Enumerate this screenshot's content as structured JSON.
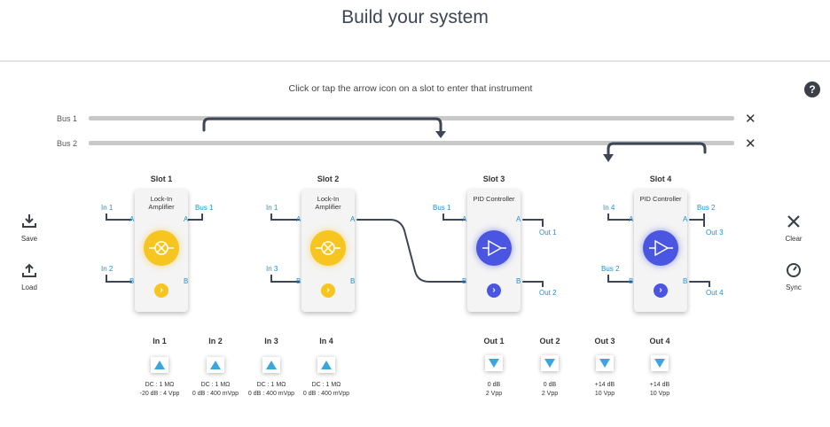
{
  "header": {
    "title": "Build your system"
  },
  "instruction": "Click or tap the arrow icon on a slot to enter that instrument",
  "help_icon": "question-icon",
  "buses": [
    {
      "label": "Bus 1",
      "close": "✕"
    },
    {
      "label": "Bus 2",
      "close": "✕"
    }
  ],
  "slots": [
    {
      "title": "Slot 1",
      "name": "Lock-In Amplifier",
      "kind": "lock-in",
      "in_a": "In 1",
      "in_b": "In 2",
      "out_a": "Bus 1",
      "out_b": "",
      "port_a": "A",
      "port_b": "B"
    },
    {
      "title": "Slot 2",
      "name": "Lock-In Amplifier",
      "kind": "lock-in",
      "in_a": "In 1",
      "in_b": "In 3",
      "out_a": "",
      "out_b": "",
      "port_a": "A",
      "port_b": "B"
    },
    {
      "title": "Slot 3",
      "name": "PID Controller",
      "kind": "pid",
      "in_a": "Bus 1",
      "in_b": "",
      "out_a": "Out 1",
      "out_b": "Out 2",
      "port_a": "A",
      "port_b": "B"
    },
    {
      "title": "Slot 4",
      "name": "PID Controller",
      "kind": "pid",
      "in_a": "In 4",
      "in_b": "Bus 2",
      "out_a": "Bus 2",
      "out_a2": "Out 3",
      "out_b": "Out 4",
      "port_a": "A",
      "port_b": "B"
    }
  ],
  "inputs": [
    {
      "name": "In 1",
      "line1": "DC : 1 MΩ",
      "line2": "-20 dB : 4 Vpp"
    },
    {
      "name": "In 2",
      "line1": "DC : 1 MΩ",
      "line2": "0 dB : 400 mVpp"
    },
    {
      "name": "In 3",
      "line1": "DC : 1 MΩ",
      "line2": "0 dB : 400 mVpp"
    },
    {
      "name": "In 4",
      "line1": "DC : 1 MΩ",
      "line2": "0 dB : 400 mVpp"
    }
  ],
  "outputs": [
    {
      "name": "Out 1",
      "line1": "0 dB",
      "line2": "2 Vpp"
    },
    {
      "name": "Out 2",
      "line1": "0 dB",
      "line2": "2 Vpp"
    },
    {
      "name": "Out 3",
      "line1": "+14 dB",
      "line2": "10 Vpp"
    },
    {
      "name": "Out 4",
      "line1": "+14 dB",
      "line2": "10 Vpp"
    }
  ],
  "left_actions": [
    {
      "label": "Save",
      "icon": "save-icon"
    },
    {
      "label": "Load",
      "icon": "load-icon"
    }
  ],
  "right_actions": [
    {
      "label": "Clear",
      "icon": "clear-icon"
    },
    {
      "label": "Sync",
      "icon": "sync-icon"
    }
  ],
  "colors": {
    "lock_in": "#f6c51f",
    "pid": "#4a56e2",
    "port_blue": "#1e8fd5",
    "wire": "#3c4656",
    "bus": "#c8c8c8",
    "io_triangle": "#3aa6dd"
  }
}
